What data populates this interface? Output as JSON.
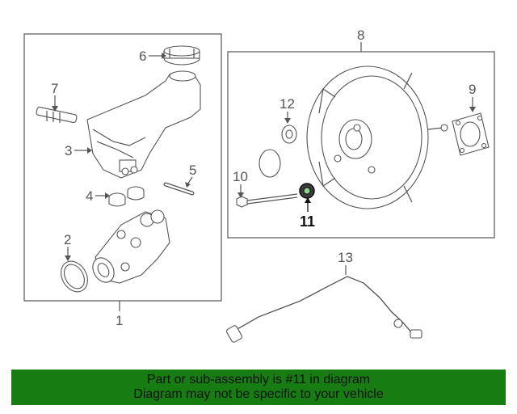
{
  "diagram": {
    "callouts": {
      "c1": "1",
      "c2": "2",
      "c3": "3",
      "c4": "4",
      "c5": "5",
      "c6": "6",
      "c7": "7",
      "c8": "8",
      "c9": "9",
      "c10": "10",
      "c11": "11",
      "c12": "12",
      "c13": "13"
    },
    "highlight_color": "#111111",
    "part_color": "#555555"
  },
  "banner": {
    "line1": "Part or sub-assembly is #11 in diagram",
    "line2": "Diagram may not be specific to your vehicle",
    "background": "#177d13"
  }
}
